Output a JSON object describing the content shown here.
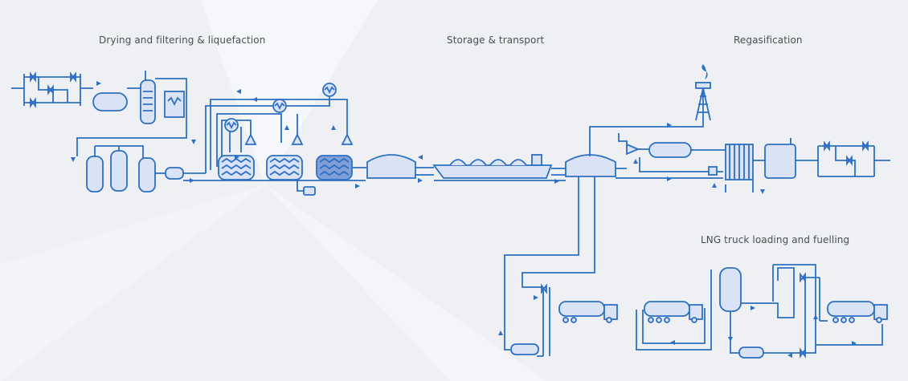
{
  "sections": {
    "drying": "Drying and filtering & liquefaction",
    "storage": "Storage & transport",
    "regas": "Regasification",
    "truck": "LNG truck loading and fuelling"
  },
  "colors": {
    "background": "#eef0f4",
    "pipe": "#2d6fc4",
    "equipment_fill": "#d9e3f5",
    "heat_exchanger_dark": "#7f9fd6",
    "flame": "#2d6fc4",
    "label_text": "#4a4f57"
  },
  "icons": [
    "valve-icon",
    "pump-icon",
    "flare-icon",
    "heat-exchanger-icon",
    "compressor-icon",
    "truck-icon",
    "ship-icon"
  ]
}
